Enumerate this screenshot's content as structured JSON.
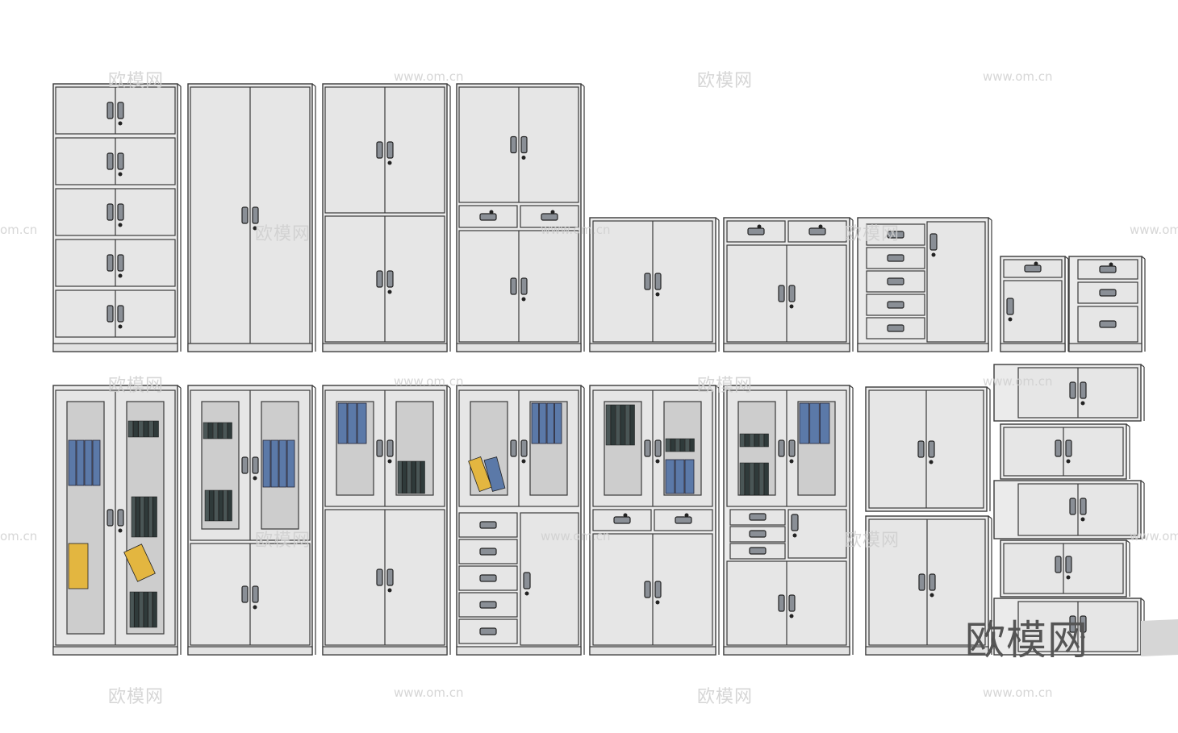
{
  "image": {
    "description_free": true,
    "watermark_text": "欧模网",
    "watermark_url": "www.om.cn",
    "watermark_url_cut": "om.cn",
    "logo_text": "欧模网"
  },
  "colors": {
    "cabinet_fill": "#ebebeb",
    "panel_fill": "#e6e6e6",
    "outline": "#3a3a3a",
    "glass": "#cdcdcd",
    "binder_blue": "#5b79a8",
    "binder_yellow": "#e3b640",
    "book_dark": "#2f3a3a"
  }
}
